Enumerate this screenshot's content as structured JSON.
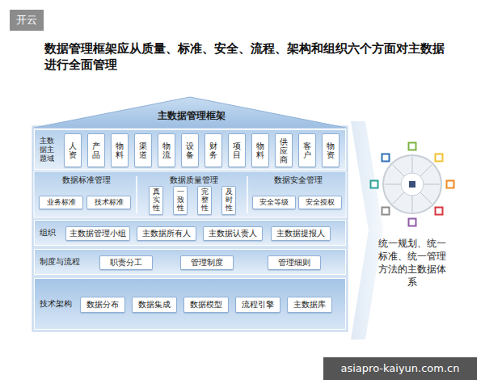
{
  "diagram": {
    "title": "数据管理框架应从质量、标准、安全、流程、架构和组织六个方面对主数据进行全面管理",
    "nodes": [
      {
        "text": [
          "主数据管理框架"
        ]
      },
      {
        "text": [
          "主数据主题域"
        ]
      },
      {
        "text": [
          "人资"
        ],
        "in": 1
      },
      {
        "text": [
          "产品"
        ],
        "in": 1
      },
      {
        "text": [
          "物料"
        ],
        "in": 1
      },
      {
        "text": [
          "渠道"
        ],
        "in": 1
      },
      {
        "text": [
          "物流"
        ],
        "in": 1
      },
      {
        "text": [
          "设备"
        ],
        "in": 1
      },
      {
        "text": [
          "财务"
        ],
        "in": 1
      },
      {
        "text": [
          "项目"
        ],
        "in": 1
      },
      {
        "text": [
          "物料"
        ],
        "in": 1
      },
      {
        "text": [
          "供应商"
        ],
        "in": 1
      },
      {
        "text": [
          "客户"
        ],
        "in": 1
      },
      {
        "text": [
          "物资"
        ],
        "in": 1
      },
      {
        "text": [
          "数据标准管理"
        ]
      },
      {
        "text": [
          "业务标准"
        ],
        "in": 14
      },
      {
        "text": [
          "技术标准"
        ],
        "in": 14
      },
      {
        "text": [
          "数据质量管理"
        ]
      },
      {
        "text": [
          "真实性"
        ],
        "in": 17
      },
      {
        "text": [
          "一致性"
        ],
        "in": 17
      },
      {
        "text": [
          "完整性"
        ],
        "in": 17
      },
      {
        "text": [
          "及时性"
        ],
        "in": 17
      },
      {
        "text": [
          "数据安全管理"
        ]
      },
      {
        "text": [
          "安全等级"
        ],
        "in": 22
      },
      {
        "text": [
          "安全授权"
        ],
        "in": 22
      },
      {
        "text": [
          "组织"
        ]
      },
      {
        "text": [
          "主数据管理小组"
        ],
        "in": 25
      },
      {
        "text": [
          "主数据所有人"
        ],
        "in": 25
      },
      {
        "text": [
          "主数据认责人"
        ],
        "in": 25
      },
      {
        "text": [
          "主数据提报人"
        ],
        "in": 25
      },
      {
        "text": [
          "制度与流程"
        ]
      },
      {
        "text": [
          "职责分工"
        ],
        "in": 30
      },
      {
        "text": [
          "管理制度"
        ],
        "in": 30
      },
      {
        "text": [
          "管理细则"
        ],
        "in": 30
      },
      {
        "text": [
          "技术架构"
        ]
      },
      {
        "text": [
          "数据分布"
        ],
        "in": 34
      },
      {
        "text": [
          "数据集成"
        ],
        "in": 34
      },
      {
        "text": [
          "数据模型"
        ],
        "in": 34
      },
      {
        "text": [
          "流程引擎"
        ],
        "in": 34
      },
      {
        "text": [
          "主数据库"
        ],
        "in": 34
      }
    ],
    "labels": [
      "开云",
      "统一规划、统一标准、统一管理方法的主数据体系",
      "asiapro-kaiyun.com.cn"
    ]
  }
}
